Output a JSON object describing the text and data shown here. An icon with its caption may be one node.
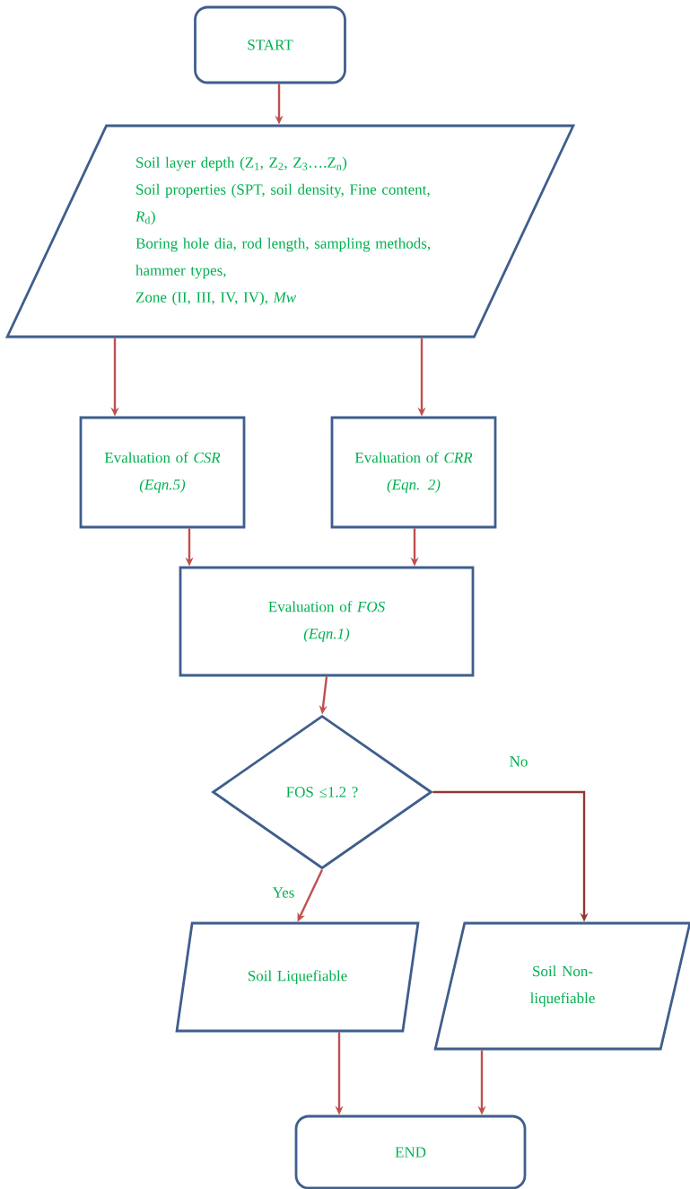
{
  "diagram": {
    "nodes": [
      {
        "text": [
          "START"
        ]
      },
      {
        "text": [
          "Soil layer depth (Z$_{1}$, Z$_{2}$, Z$_{3}$….Z$_{n}$)",
          "Soil properties (SPT, soil density, Fine content, *R*$_{d}$)",
          "Boring hole dia, rod length, sampling methods, hammer types,",
          "Zone (II, III, IV, IV), *Mw*"
        ]
      },
      {
        "text": [
          "Evaluation of *CSR*",
          "(Eqn.5)"
        ]
      },
      {
        "text": [
          "Evaluation of *CRR*",
          "(Eqn. 2)"
        ]
      },
      {
        "text": [
          "Evaluation of *FOS*",
          "(Eqn.1)"
        ]
      },
      {
        "text": [
          "FOS ≤1.2 ?"
        ]
      },
      {
        "text": [
          "Soil Liquefiable"
        ]
      },
      {
        "text": [
          "Soil Non-liquefiable"
        ]
      },
      {
        "text": [
          "END"
        ]
      }
    ],
    "edges": [
      {
        "from": 0,
        "to": 1,
        "arrow": "to"
      },
      {
        "from": 1,
        "to": 2,
        "arrow": "to"
      },
      {
        "from": 1,
        "to": 3,
        "arrow": "to"
      },
      {
        "from": 2,
        "to": 4,
        "arrow": "to"
      },
      {
        "from": 3,
        "to": 4,
        "arrow": "to"
      },
      {
        "from": 4,
        "to": 5,
        "arrow": "to"
      },
      {
        "from": 5,
        "to": 6,
        "arrow": "to",
        "label": "Yes"
      },
      {
        "from": 5,
        "to": 7,
        "arrow": "to",
        "label": "No",
        "color": "#943634"
      },
      {
        "from": 6,
        "to": 8,
        "arrow": "to"
      },
      {
        "from": 7,
        "to": 8,
        "arrow": "to"
      }
    ]
  }
}
